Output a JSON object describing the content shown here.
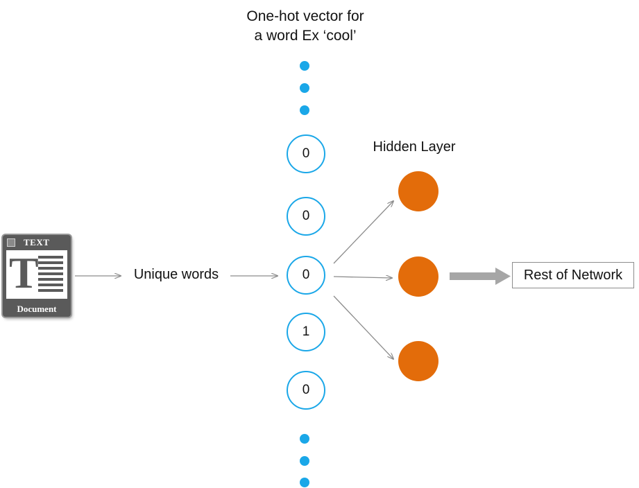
{
  "title": {
    "line1": "One-hot vector for",
    "line2": "a word Ex ‘cool’"
  },
  "input": {
    "icon": "text-document-icon",
    "icon_top_text": "TEXT",
    "icon_letter": "T",
    "icon_bottom_text": "Document",
    "unique_words_label": "Unique words"
  },
  "one_hot_vector": {
    "values": [
      "0",
      "0",
      "0",
      "1",
      "0"
    ]
  },
  "hidden_layer": {
    "label": "Hidden Layer",
    "node_count": 3
  },
  "output": {
    "label": "Rest of Network"
  },
  "colors": {
    "vector_node": "#1aa7e8",
    "hidden_node": "#e36c0a",
    "arrow": "#8c8c8c",
    "thick_arrow": "#a6a6a6"
  }
}
